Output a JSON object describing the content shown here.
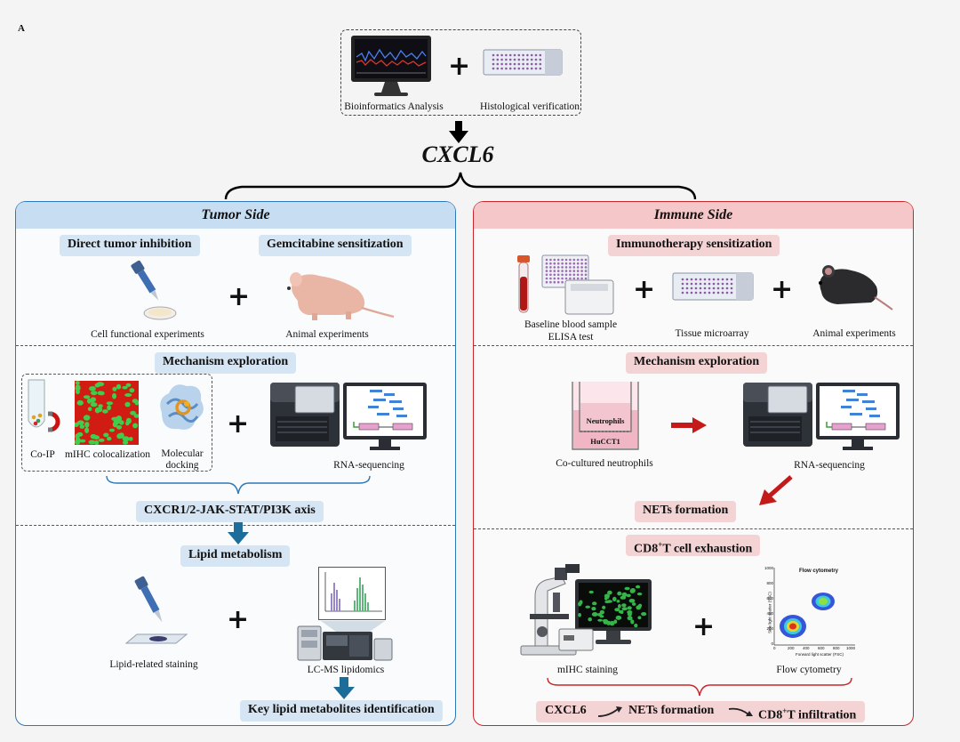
{
  "figure_letter": "A",
  "top": {
    "left_label": "Bioinformatics Analysis",
    "right_label": "Histological verification",
    "center_title": "CXCL6"
  },
  "tumor": {
    "title": "Tumor Side",
    "s1_left_pill": "Direct tumor inhibition",
    "s1_right_pill": "Gemcitabine sensitization",
    "cell_label": "Cell functional experiments",
    "animal_label": "Animal experiments",
    "s2_pill": "Mechanism exploration",
    "coip": "Co-IP",
    "mihc": "mIHC colocalization",
    "mol_dock": "Molecular\ndocking",
    "rnaseq": "RNA-sequencing",
    "axis_pill": "CXCR1/2-JAK-STAT/PI3K  axis",
    "lipid_pill": "Lipid metabolism",
    "lipid_stain": "Lipid-related staining",
    "lcms": "LC-MS lipidomics",
    "key_pill": "Key lipid metabolites identification"
  },
  "immune": {
    "title": "Immune Side",
    "s1_pill": "Immunotherapy sensitization",
    "blood_label": "Baseline blood sample\nELISA test",
    "tma_label": "Tissue microarray",
    "animal_label": "Animal experiments",
    "s2_pill": "Mechanism exploration",
    "neut": "Neutrophils",
    "hucct": "HuCCT1",
    "cocult": "Co-cultured neutrophils",
    "rnaseq": "RNA-sequencing",
    "nets_pill": "NETs formation",
    "cd8_pill_main": "CD8",
    "cd8_pill_sup": "+",
    "cd8_pill_rest": "T cell exhaustion",
    "flow_title": "Flow cytometry",
    "flow_ylabel": "Side light scatter (SSC)",
    "flow_xlabel": "Forward light scatter (FSC)",
    "flow_xticks": [
      "0",
      "200",
      "400",
      "600",
      "800",
      "1000"
    ],
    "flow_yticks": [
      "1000",
      "800",
      "600",
      "400",
      "200",
      "0"
    ],
    "mihc_label": "mIHC staining",
    "flow_label": "Flow cytometry",
    "bottom_a": "CXCL6",
    "bottom_b": "NETs formation",
    "bottom_c_main": "CD8",
    "bottom_c_sup": "+",
    "bottom_c_rest": "T infiltration"
  },
  "colors": {
    "tumor_border": "#2e77b8",
    "tumor_header": "#c7def2",
    "tumor_pill": "#d6e5f3",
    "immune_border": "#c8262b",
    "immune_header": "#f5c7c8",
    "immune_pill": "#f4d3d4",
    "arrow_teal": "#1d6d9a",
    "arrow_red": "#c41a1a"
  }
}
